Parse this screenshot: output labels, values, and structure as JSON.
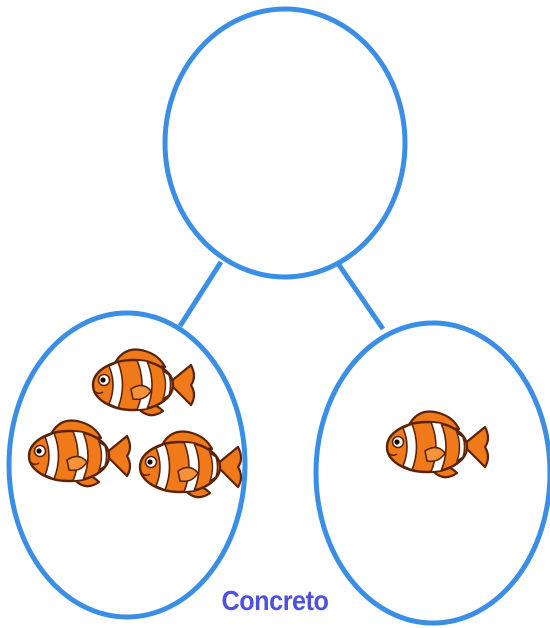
{
  "caption": "Concreto",
  "colors": {
    "circle_stroke": "#3a8ee6",
    "caption": "#4f50dd",
    "fish_orange": "#f07a1a",
    "fish_dark": "#5a2308",
    "fish_white": "#ffffff"
  },
  "diagram": {
    "type": "number-bond",
    "whole": {
      "fish_count": 0
    },
    "parts": [
      {
        "name": "left",
        "fish_count": 3
      },
      {
        "name": "right",
        "fish_count": 1
      }
    ],
    "icon": "clownfish-icon"
  }
}
